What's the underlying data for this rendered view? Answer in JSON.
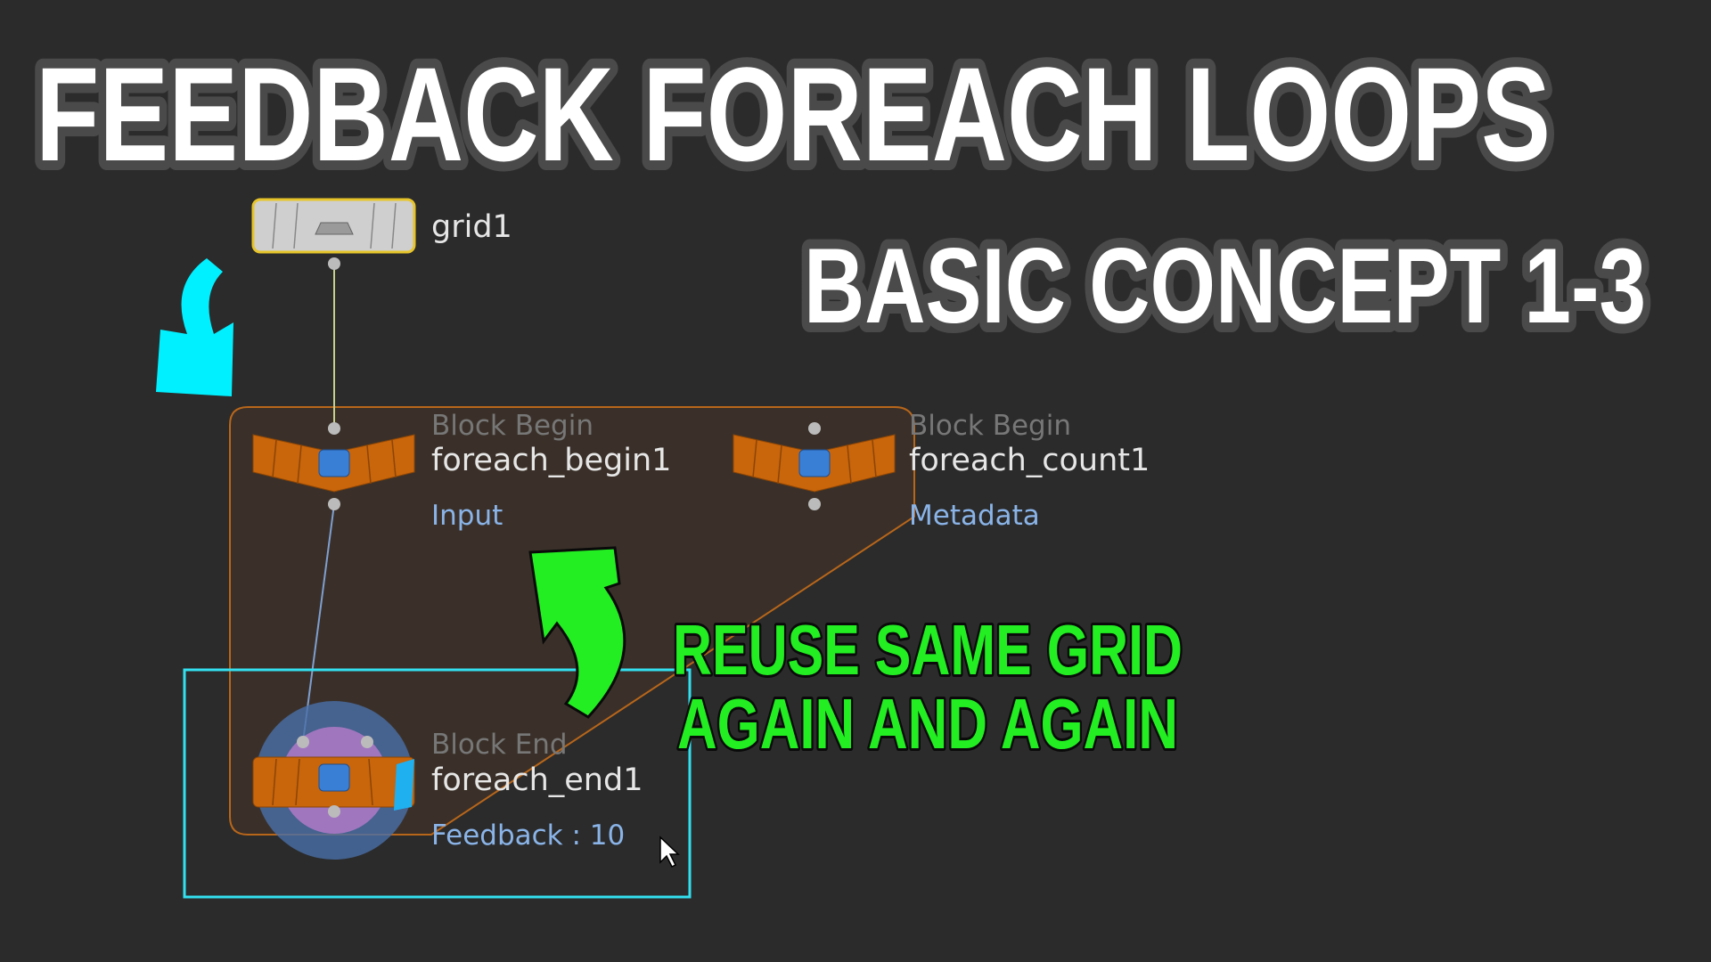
{
  "title": "FEEDBACK FOREACH LOOPS",
  "subtitle": "BASIC CONCEPT 1-3",
  "annotation": {
    "line1": "REUSE SAME GRID",
    "line2": "AGAIN AND AGAIN",
    "color": "#22ee22"
  },
  "nodes": {
    "grid": {
      "name": "grid1",
      "icon": "grid-plane-icon"
    },
    "begin": {
      "type": "Block Begin",
      "name": "foreach_begin1",
      "info": "Input",
      "icon": "foreach-block-icon"
    },
    "count": {
      "type": "Block Begin",
      "name": "foreach_count1",
      "info": "Metadata",
      "icon": "foreach-block-icon"
    },
    "end": {
      "type": "Block End",
      "name": "foreach_end1",
      "info": "Feedback : 10",
      "icon": "foreach-block-icon"
    }
  },
  "colors": {
    "background": "#2b2b2b",
    "block_fill": "#3a3029",
    "block_outline": "#b8661a",
    "node_orange": "#c9650a",
    "selection": "#33e0f0",
    "arrow_cyan": "#00f0ff"
  }
}
